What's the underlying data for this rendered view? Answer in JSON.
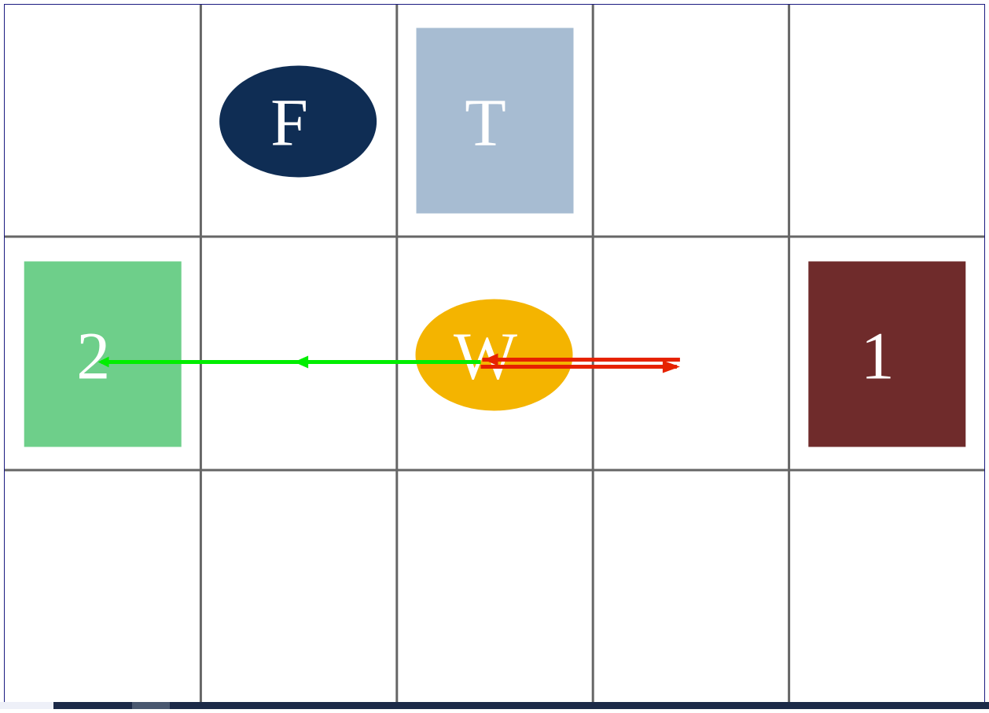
{
  "board": {
    "rows": 3,
    "cols": 5
  },
  "pieces": [
    {
      "id": "piece-f",
      "label": "F",
      "shape": "ellipse",
      "color": "#0f2d54",
      "row": 0,
      "col": 1
    },
    {
      "id": "piece-t",
      "label": "T",
      "shape": "rect",
      "color": "#a7bcd2",
      "row": 0,
      "col": 2
    },
    {
      "id": "piece-2",
      "label": "2",
      "shape": "rect",
      "color": "#6ecf8a",
      "row": 1,
      "col": 0
    },
    {
      "id": "piece-w",
      "label": "W",
      "shape": "ellipse",
      "color": "#f4b400",
      "row": 1,
      "col": 2
    },
    {
      "id": "piece-1",
      "label": "1",
      "shape": "rect",
      "color": "#6f2b2b",
      "row": 1,
      "col": 4
    }
  ],
  "arrows": [
    {
      "name": "green-path-arrow",
      "color": "#00ee00",
      "from": {
        "row": 1,
        "col": 2
      },
      "to": {
        "row": 1,
        "col": 0
      }
    },
    {
      "name": "red-path-arrow",
      "color": "#e62200",
      "from": {
        "row": 1,
        "col": 2
      },
      "to": {
        "row": 1,
        "col": 3
      }
    }
  ],
  "colors": {
    "grid_line": "#666666",
    "border": "#1a1a80",
    "background": "#ffffff"
  }
}
